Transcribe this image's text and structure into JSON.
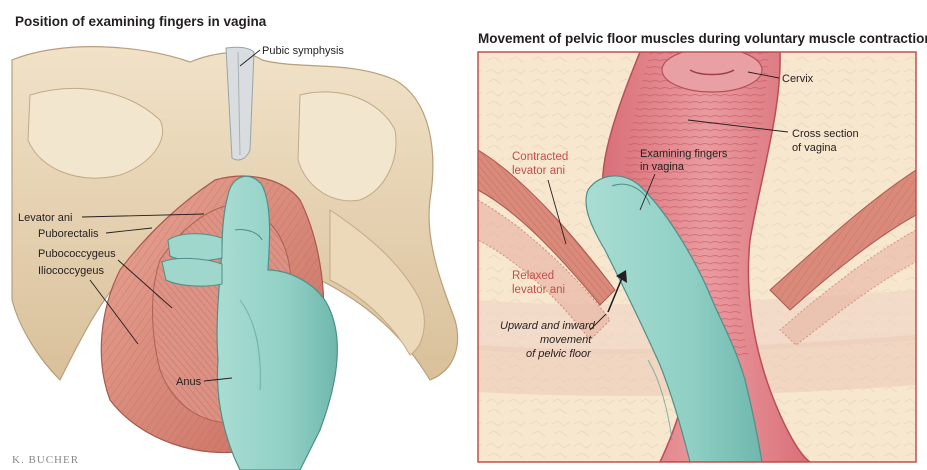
{
  "left_panel": {
    "title": "Position of examining fingers in vagina",
    "labels": {
      "pubic_symphysis": "Pubic symphysis",
      "levator_ani": "Levator ani",
      "puborectalis": "Puborectalis",
      "pubococcygeus": "Pubococcygeus",
      "iliococcygeus": "Iliococcygeus",
      "anus": "Anus"
    },
    "signature": "K. BUCHER"
  },
  "right_panel": {
    "title": "Movement of pelvic floor muscles during voluntary muscle contraction",
    "labels": {
      "cervix": "Cervix",
      "cross_section_line1": "Cross section",
      "cross_section_line2": "of vagina",
      "examining_line1": "Examining fingers",
      "examining_line2": "in vagina",
      "contracted_line1": "Contracted",
      "contracted_line2": "levator ani",
      "relaxed_line1": "Relaxed",
      "relaxed_line2": "levator ani",
      "upward_line1": "Upward and inward",
      "upward_line2": "movement",
      "upward_line3": "of pelvic floor"
    }
  },
  "colors": {
    "bone": "#e8d4b4",
    "muscle": "#d98a7a",
    "muscle_dark": "#b9544a",
    "glove": "#8fcfc4",
    "panel_border": "#c0504d",
    "accent_red": "#c0504d"
  }
}
